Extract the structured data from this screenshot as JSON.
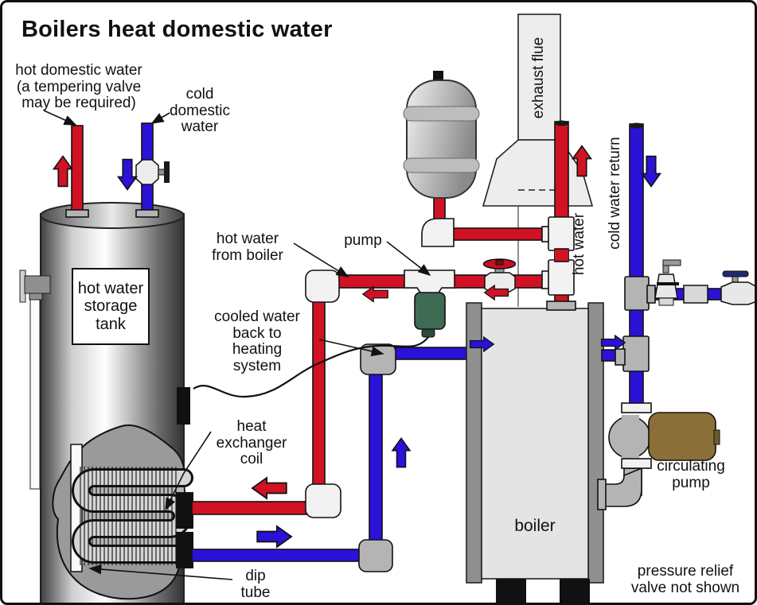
{
  "title": "Boilers heat domestic water",
  "labels": {
    "hot_domestic": "hot domestic water\n(a tempering valve\nmay be required)",
    "cold_domestic": "cold\ndomestic\nwater",
    "exhaust_flue": "exhaust flue",
    "cold_water_return": "cold water return",
    "hot_water": "hot water",
    "pump": "pump",
    "hot_water_from_boiler": "hot water\nfrom boiler",
    "cooled_water": "cooled water\nback to\nheating\nsystem",
    "storage_tank": "hot water\nstorage\ntank",
    "heat_exchanger": "heat\nexchanger\ncoil",
    "dip_tube": "dip\ntube",
    "boiler": "boiler",
    "circulating_pump": "circulating\npump",
    "pressure_note": "pressure relief\nvalve not shown"
  },
  "colors": {
    "hot": "#d01224",
    "cold": "#2a12d6",
    "fit": "#b4b4b4",
    "boiler_body": "#e4e4e4",
    "boiler_frame": "#8f8f8f",
    "flue": "#ededed",
    "canister_green": "#3f6b54",
    "motor_brown": "#8a7038",
    "wheel_red": "#c41022",
    "wheel_blue": "#1e2a6e"
  }
}
